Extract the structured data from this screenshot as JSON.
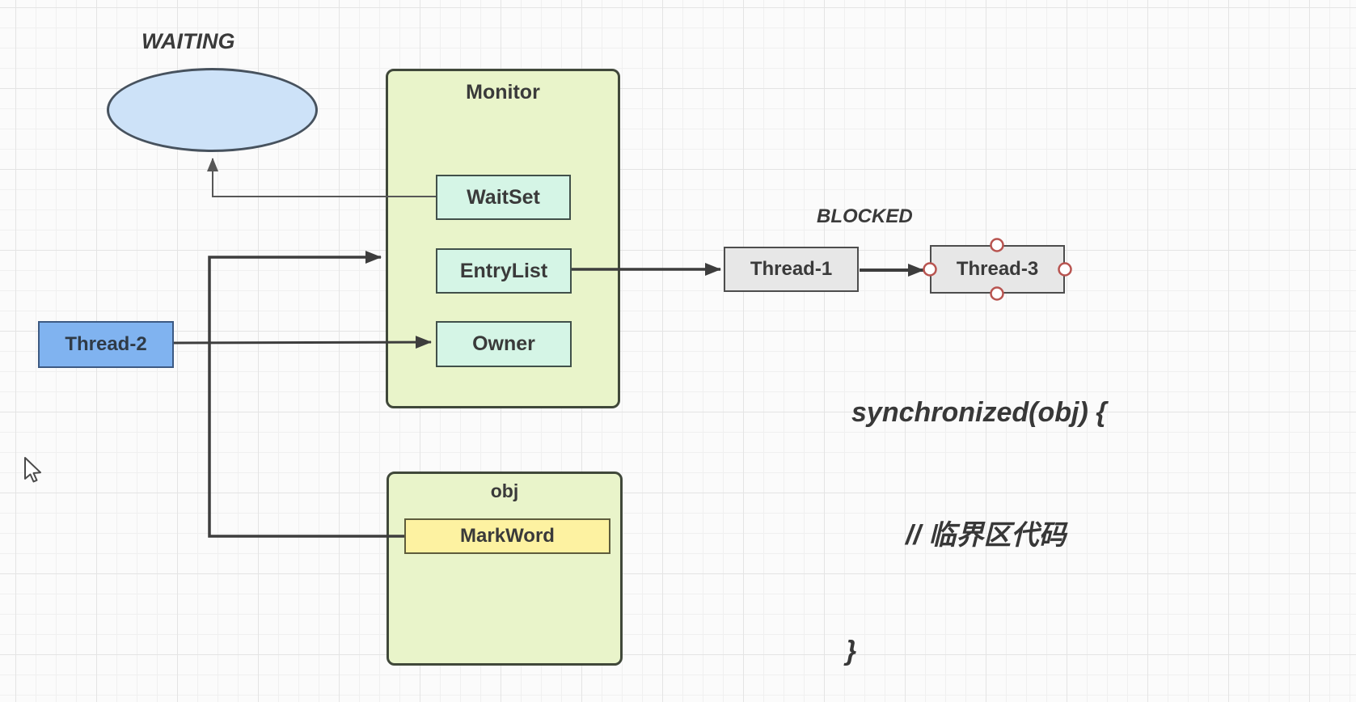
{
  "diagram": {
    "waiting_state_label": "WAITING",
    "blocked_state_label": "BLOCKED",
    "monitor_box": {
      "title": "Monitor",
      "waitset_label": "WaitSet",
      "entrylist_label": "EntryList",
      "owner_label": "Owner"
    },
    "obj_box": {
      "title": "obj",
      "markword_label": "MarkWord"
    },
    "thread1_label": "Thread-1",
    "thread2_label": "Thread-2",
    "thread3_label": "Thread-3",
    "code_snippet": {
      "line1": "synchronized(obj) {",
      "line2": "// 临界区代码",
      "line3": "}"
    }
  },
  "colors": {
    "bg": "#fbfbfb",
    "grid-minor": "#f0f0f0",
    "grid-major": "#e4e4e4",
    "text": "#3a3a3a",
    "green-fill": "#e9f4ca",
    "green-border": "#40483a",
    "mint-fill": "#d5f5e6",
    "mint-border": "#41504a",
    "yellow-fill": "#fdf2a1",
    "yellow-border": "#5e5c3c",
    "gray-fill": "#e7e7e7",
    "gray-border": "#4d4d4d",
    "blue-fill": "#80b3f0",
    "blue-border": "#3d5a83",
    "ellipse-fill": "#cde2f8",
    "ellipse-border": "#47525e",
    "edge": "#3d3d3d",
    "edge-thin": "#575757",
    "handle": "#b85450"
  }
}
